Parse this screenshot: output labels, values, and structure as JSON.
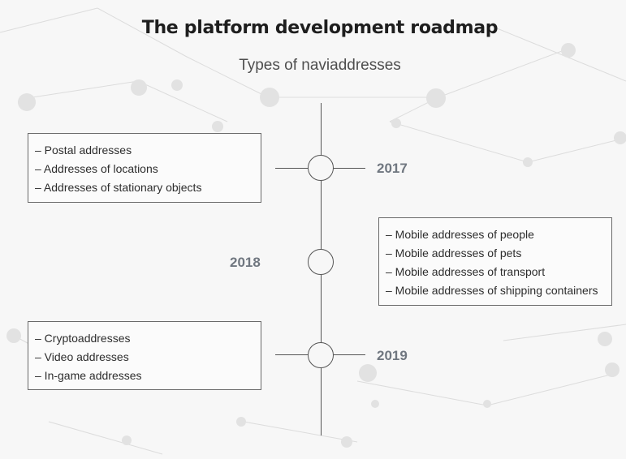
{
  "header": {
    "title": "The platform development roadmap",
    "subtitle": "Types of naviaddresses"
  },
  "timeline": [
    {
      "year": "2017",
      "items": [
        "– Postal addresses",
        "– Addresses of locations",
        "– Addresses of stationary objects"
      ]
    },
    {
      "year": "2018",
      "items": [
        "– Mobile addresses of people",
        "– Mobile addresses of pets",
        "– Mobile addresses of transport",
        "– Mobile addresses of shipping containers"
      ]
    },
    {
      "year": "2019",
      "items": [
        "– Cryptoaddresses",
        "– Video addresses",
        "– In-game addresses"
      ]
    }
  ]
}
